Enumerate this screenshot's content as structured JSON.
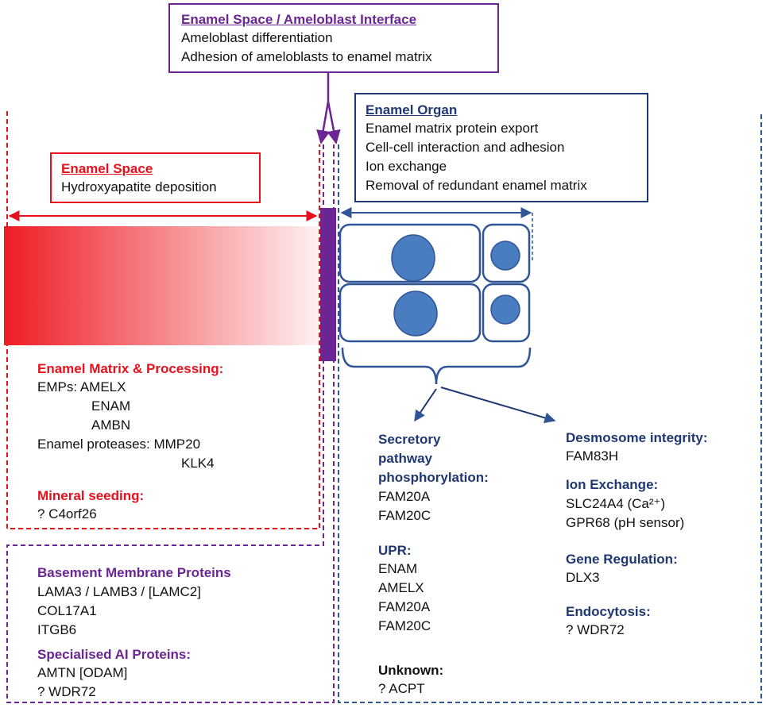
{
  "interface_box": {
    "title": "Enamel Space / Ameloblast Interface",
    "lines": [
      "Ameloblast differentiation",
      "Adhesion of ameloblasts to enamel matrix"
    ]
  },
  "organ_box": {
    "title": "Enamel Organ",
    "lines": [
      "Enamel matrix protein export",
      "Cell-cell interaction and adhesion",
      "Ion exchange",
      "Removal of redundant enamel matrix"
    ]
  },
  "space_box": {
    "title": "Enamel Space",
    "lines": [
      "Hydroxyapatite deposition"
    ]
  },
  "enamel_matrix": {
    "heading": "Enamel Matrix & Processing:",
    "emps_label": "EMPs: AMELX",
    "emps_more": [
      "ENAM",
      "AMBN"
    ],
    "proteases_label": "Enamel proteases: MMP20",
    "proteases_more": [
      "KLK4"
    ],
    "mineral_heading": "Mineral seeding:",
    "mineral_items": [
      "? C4orf26"
    ]
  },
  "basement": {
    "heading": "Basement Membrane Proteins",
    "items": [
      "LAMA3 / LAMB3 / [LAMC2]",
      "COL17A1",
      "ITGB6"
    ],
    "specialised_heading": "Specialised AI Proteins:",
    "specialised_items": [
      "AMTN [ODAM]",
      "? WDR72"
    ]
  },
  "secretory": {
    "heading_lines": [
      "Secretory",
      "pathway",
      "phosphorylation:"
    ],
    "items": [
      "FAM20A",
      "FAM20C"
    ]
  },
  "upr": {
    "heading": "UPR:",
    "items": [
      "ENAM",
      "AMELX",
      "FAM20A",
      "FAM20C"
    ]
  },
  "unknown": {
    "heading": "Unknown:",
    "items": [
      "? ACPT"
    ]
  },
  "desmosome": {
    "heading": "Desmosome integrity:",
    "items": [
      "FAM83H"
    ]
  },
  "ion_exchange": {
    "heading": "Ion Exchange:",
    "items": [
      "SLC24A4 (Ca²⁺)",
      "GPR68 (pH sensor)"
    ]
  },
  "gene_regulation": {
    "heading": "Gene Regulation:",
    "items": [
      "DLX3"
    ]
  },
  "endocytosis": {
    "heading": "Endocytosis:",
    "items": [
      "? WDR72"
    ]
  },
  "colors": {
    "red": "#e8101d",
    "purple": "#6b2594",
    "navy": "#1f3872",
    "blue": "#2f5597",
    "cell_fill": "#4a7cc0"
  }
}
